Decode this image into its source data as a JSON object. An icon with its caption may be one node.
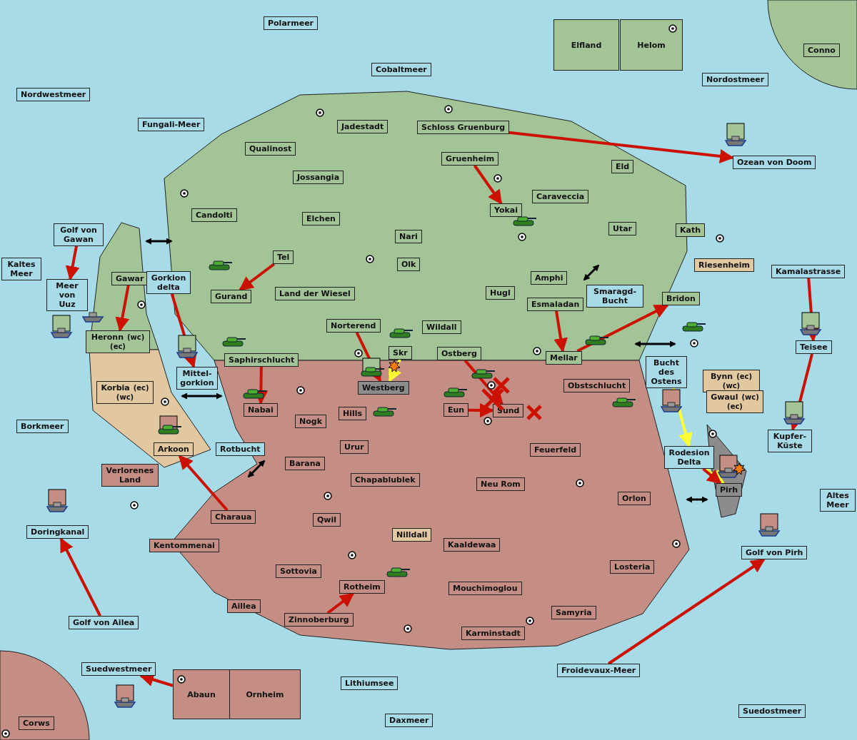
{
  "diagram": {
    "nodes": [
      {
        "text": [
          "Polarmeer"
        ]
      },
      {
        "text": [
          "Elfland"
        ]
      },
      {
        "text": [
          "Helom"
        ]
      },
      {
        "text": [
          "Conno"
        ]
      },
      {
        "text": [
          "Cobaltmeer"
        ]
      },
      {
        "text": [
          "Nordwestmeer"
        ]
      },
      {
        "text": [
          "Nordostmeer"
        ]
      },
      {
        "text": [
          "Jadestadt"
        ]
      },
      {
        "text": [
          "Schloss Gruenburg"
        ]
      },
      {
        "text": [
          "Fungali-Meer"
        ]
      },
      {
        "text": [
          "Qualinost"
        ]
      },
      {
        "text": [
          "Gruenheim"
        ]
      },
      {
        "text": [
          "Ozean von Doom"
        ]
      },
      {
        "text": [
          "Eld"
        ]
      },
      {
        "text": [
          "Jossangia"
        ]
      },
      {
        "text": [
          "Caraveccia"
        ]
      },
      {
        "text": [
          "Candolti"
        ]
      },
      {
        "text": [
          "Elchen"
        ]
      },
      {
        "text": [
          "Yokai"
        ]
      },
      {
        "text": [
          "Utar"
        ]
      },
      {
        "text": [
          "Kath"
        ]
      },
      {
        "text": [
          "Golf von Gawan"
        ]
      },
      {
        "text": [
          "Nari"
        ]
      },
      {
        "text": [
          "Tel"
        ]
      },
      {
        "text": [
          "Olk"
        ]
      },
      {
        "text": [
          "Kaltes Meer"
        ]
      },
      {
        "text": [
          "Riesenheim"
        ]
      },
      {
        "text": [
          "Kamalastrasse"
        ]
      },
      {
        "text": [
          "Gawar"
        ]
      },
      {
        "text": [
          "Gorkion delta"
        ]
      },
      {
        "text": [
          "Amphi"
        ]
      },
      {
        "text": [
          "Meer von Uuz"
        ]
      },
      {
        "text": [
          "Smaragd-Bucht"
        ]
      },
      {
        "text": [
          "Gurand"
        ]
      },
      {
        "text": [
          "Land der Wiesel"
        ]
      },
      {
        "text": [
          "Hugl"
        ]
      },
      {
        "text": [
          "Bridon"
        ]
      },
      {
        "text": [
          "Esmaladan"
        ]
      },
      {
        "text": [
          "Norterend"
        ]
      },
      {
        "text": [
          "Wildall"
        ]
      },
      {
        "text": [
          "Heronn",
          "(wc)",
          "(ec)"
        ]
      },
      {
        "text": [
          "Teisee"
        ]
      },
      {
        "text": [
          "Skr"
        ]
      },
      {
        "text": [
          "Ostberg"
        ]
      },
      {
        "text": [
          "Mellar"
        ]
      },
      {
        "text": [
          "Saphirschlucht"
        ]
      },
      {
        "text": [
          "Mittel-gorkion"
        ]
      },
      {
        "text": [
          "Bucht des Ostens"
        ]
      },
      {
        "text": [
          "Bynn",
          "(ec)",
          "(wc)"
        ]
      },
      {
        "text": [
          "Westberg"
        ]
      },
      {
        "text": [
          "Obstschlucht"
        ]
      },
      {
        "text": [
          "Korbia",
          "(ec)",
          "(wc)"
        ]
      },
      {
        "text": [
          "Nabai"
        ]
      },
      {
        "text": [
          "Hills"
        ]
      },
      {
        "text": [
          "Eun"
        ]
      },
      {
        "text": [
          "Sund"
        ]
      },
      {
        "text": [
          "Gwaul",
          "(wc)",
          "(ec)"
        ]
      },
      {
        "text": [
          "Nogk"
        ]
      },
      {
        "text": [
          "Borkmeer"
        ]
      },
      {
        "text": [
          "Kupfer-Küste"
        ]
      },
      {
        "text": [
          "Urur"
        ]
      },
      {
        "text": [
          "Feuerfeld"
        ]
      },
      {
        "text": [
          "Arkoon"
        ]
      },
      {
        "text": [
          "Rotbucht"
        ]
      },
      {
        "text": [
          "Rodesion Delta"
        ]
      },
      {
        "text": [
          "Barana"
        ]
      },
      {
        "text": [
          "Verlorenes Land"
        ]
      },
      {
        "text": [
          "Chapablublek"
        ]
      },
      {
        "text": [
          "Neu Rom"
        ]
      },
      {
        "text": [
          "Pirh"
        ]
      },
      {
        "text": [
          "Orlon"
        ]
      },
      {
        "text": [
          "Altes Meer"
        ]
      },
      {
        "text": [
          "Charaua"
        ]
      },
      {
        "text": [
          "Qwil"
        ]
      },
      {
        "text": [
          "Doringkanal"
        ]
      },
      {
        "text": [
          "Nilldall"
        ]
      },
      {
        "text": [
          "Kaaldewaa"
        ]
      },
      {
        "text": [
          "Kentommenai"
        ]
      },
      {
        "text": [
          "Golf von Pirh"
        ]
      },
      {
        "text": [
          "Losteria"
        ]
      },
      {
        "text": [
          "Sottovia"
        ]
      },
      {
        "text": [
          "Rotheim"
        ]
      },
      {
        "text": [
          "Mouchimoglou"
        ]
      },
      {
        "text": [
          "Aillea"
        ]
      },
      {
        "text": [
          "Samyria"
        ]
      },
      {
        "text": [
          "Zinnoberburg"
        ]
      },
      {
        "text": [
          "Golf von Ailea"
        ]
      },
      {
        "text": [
          "Karminstadt"
        ]
      },
      {
        "text": [
          "Froidevaux-Meer"
        ]
      },
      {
        "text": [
          "Suedwestmeer"
        ]
      },
      {
        "text": [
          "Lithiumsee"
        ]
      },
      {
        "text": [
          "Abaun"
        ]
      },
      {
        "text": [
          "Ornheim"
        ]
      },
      {
        "text": [
          "Suedostmeer"
        ]
      },
      {
        "text": [
          "Daxmeer"
        ]
      },
      {
        "text": [
          "Corws"
        ]
      }
    ],
    "edges": [
      {
        "from": 8,
        "to": 12,
        "arrow": "to"
      },
      {
        "from": 11,
        "to": 18,
        "arrow": "to"
      },
      {
        "from": 23,
        "to": 33,
        "arrow": "to"
      },
      {
        "from": 21,
        "to": 31,
        "arrow": "to"
      },
      {
        "from": 28,
        "to": 40,
        "arrow": "to"
      },
      {
        "from": 29,
        "to": 46,
        "arrow": "to"
      },
      {
        "from": 45,
        "to": 52,
        "arrow": "to"
      },
      {
        "from": 38,
        "to": 49,
        "arrow": "to"
      },
      {
        "from": 42,
        "to": 49,
        "arrow": "to",
        "color": "#ffff33"
      },
      {
        "from": 43,
        "to": 55,
        "arrow": "to"
      },
      {
        "from": 54,
        "to": 55,
        "arrow": "to"
      },
      {
        "from": 37,
        "to": 44,
        "arrow": "to"
      },
      {
        "from": 44,
        "to": 36,
        "arrow": "to"
      },
      {
        "from": 27,
        "to": 41,
        "arrow": "to"
      },
      {
        "from": 41,
        "to": 59,
        "arrow": "to"
      },
      {
        "from": 47,
        "to": 64,
        "arrow": "to",
        "color": "#ffff33"
      },
      {
        "from": 64,
        "to": 69,
        "arrow": "to",
        "color": "#ffff33"
      },
      {
        "from": 64,
        "to": 69,
        "arrow": "to"
      },
      {
        "from": 88,
        "to": 78,
        "arrow": "to"
      },
      {
        "from": 86,
        "to": 74,
        "arrow": "to"
      },
      {
        "from": 91,
        "to": 89,
        "arrow": "to"
      },
      {
        "from": 85,
        "to": 81,
        "arrow": "to"
      },
      {
        "from": 72,
        "to": 62,
        "arrow": "to"
      }
    ]
  }
}
